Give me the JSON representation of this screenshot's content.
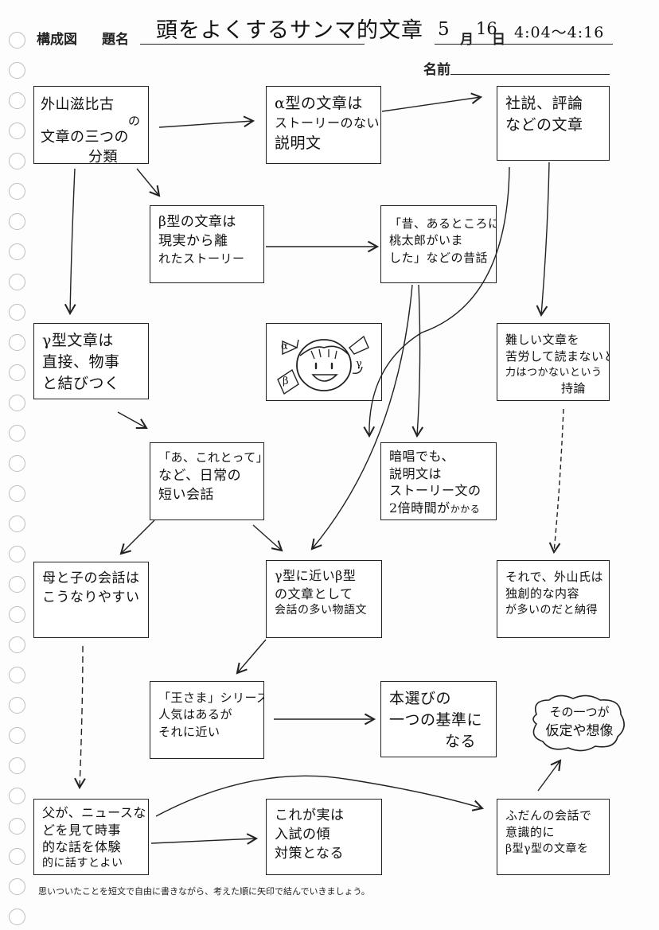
{
  "header": {
    "composition_label": "構成図",
    "title_label": "題名",
    "title_value": "頭をよくするサンマ的文章",
    "date_month": "5",
    "date_month_unit": "月",
    "date_day": "16",
    "date_day_unit": "日",
    "time_range": "4:04〜4:16",
    "name_label": "名前"
  },
  "nodes": {
    "n1": [
      "外山滋比古",
      "の",
      "文章の三つの",
      "分類"
    ],
    "n2": [
      "α型の文章は",
      "ストーリーのない",
      "説明文"
    ],
    "n3": [
      "社説、評論",
      "などの文章"
    ],
    "n4": [
      "β型の文章は",
      "現実から離",
      "れたストーリー"
    ],
    "n5": [
      "「昔、あるところに",
      "桃太郎がいま",
      "した」などの昔話"
    ],
    "n6": [
      "γ型文章は",
      "直接、物事",
      "と結びつく"
    ],
    "n7": [
      "難しい文章を",
      "苦労して読まないと",
      "力はつかないという",
      "持論"
    ],
    "n8": [
      "「あ、これとって」",
      "など、日常の",
      "短い会話"
    ],
    "n9": [
      "暗唱でも、",
      "説明文は",
      "ストーリー文の",
      "2倍時間が"
    ],
    "n9_small": "かかる",
    "n10": [
      "母と子の会話は",
      "こうなりやすい"
    ],
    "n11": [
      "γ型に近いβ型",
      "の文章として",
      "会話の多い物語文"
    ],
    "n12": [
      "それで、外山氏は",
      "独創的な内容",
      "が多いのだと納得"
    ],
    "n13": [
      "「王さま」シリーズは",
      "人気はあるが",
      "それに近い"
    ],
    "n14": [
      "本選びの",
      "一つの基準に",
      "なる"
    ],
    "n15": [
      "その一つが",
      "仮定や想像"
    ],
    "n16": [
      "父が、ニュースな",
      "どを見て時事",
      "的な話を体験",
      "的に話すとよい"
    ],
    "n17": [
      "これが実は",
      "入試の傾",
      "対策となる"
    ],
    "n18": [
      "ふだんの会話で",
      "意識的に",
      "β型γ型の文章を"
    ]
  },
  "illustration": {
    "left_letter": "α",
    "right_letter": "γ",
    "bottom_letter": "β"
  },
  "footer": {
    "instruction": "思いついたことを短文で自由に書きながら、考えた順に矢印で結んでいきましょう。"
  }
}
